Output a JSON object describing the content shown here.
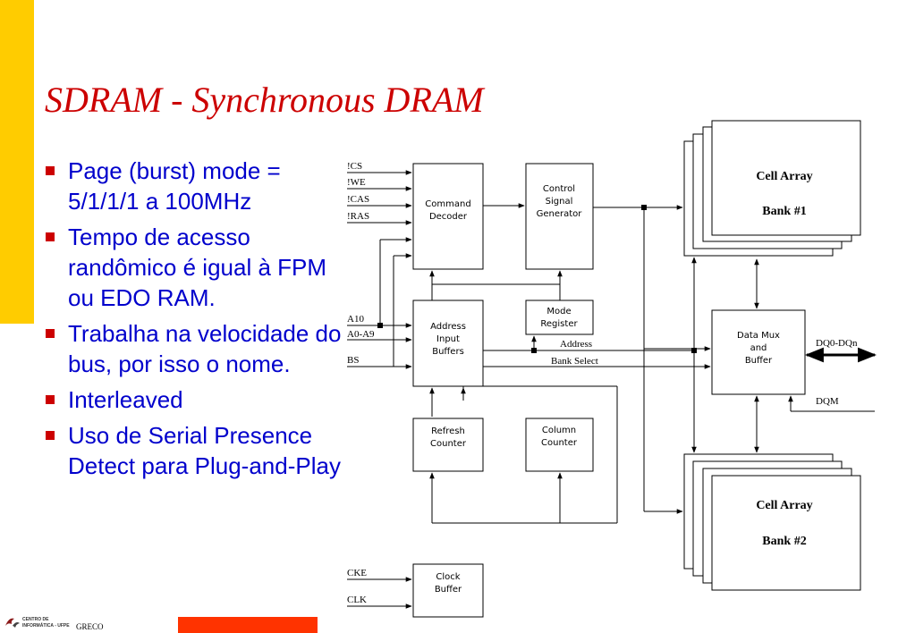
{
  "title": "SDRAM - Synchronous DRAM",
  "bullets": [
    "Page (burst) mode = 5/1/1/1 a 100MHz",
    "Tempo de acesso randômico é igual à FPM ou EDO RAM.",
    "Trabalha na velocidade do bus, por isso o nome.",
    "Interleaved",
    "Uso de Serial Presence Detect para Plug-and-Play"
  ],
  "colors": {
    "title": "#cc0000",
    "bullet_text": "#0000cc",
    "bullet_marker": "#cc0000",
    "side_bar": "#ffcc00",
    "footer_bar": "#ff3300"
  },
  "diagram": {
    "inputs": {
      "cs": "!CS",
      "we": "!WE",
      "cas": "!CAS",
      "ras": "!RAS",
      "a10": "A10",
      "a0a9": "A0-A9",
      "bs": "BS",
      "cke": "CKE",
      "clk": "CLK"
    },
    "command_decoder": [
      "Command",
      "Decoder"
    ],
    "control_signal_generator": [
      "Control",
      "Signal",
      "Generator"
    ],
    "mode_register": [
      "Mode",
      "Register"
    ],
    "address_input_buffers": [
      "Address",
      "Input",
      "Buffers"
    ],
    "refresh_counter": [
      "Refresh",
      "Counter"
    ],
    "column_counter": [
      "Column",
      "Counter"
    ],
    "clock_buffer": [
      "Clock",
      "Buffer"
    ],
    "data_mux": [
      "Data Mux",
      "and",
      "Buffer"
    ],
    "bank1": [
      "Cell  Array",
      "Bank #1"
    ],
    "bank2": [
      "Cell Array",
      "Bank #2"
    ],
    "address_label": "Address",
    "bank_select_label": "Bank Select",
    "dq_label": "DQ0-DQn",
    "dqm_label": "DQM"
  },
  "footer": {
    "org_line1": "CENTRO DE",
    "org_line2": "INFORMÁTICA - UFPE",
    "group": "GRECO"
  }
}
